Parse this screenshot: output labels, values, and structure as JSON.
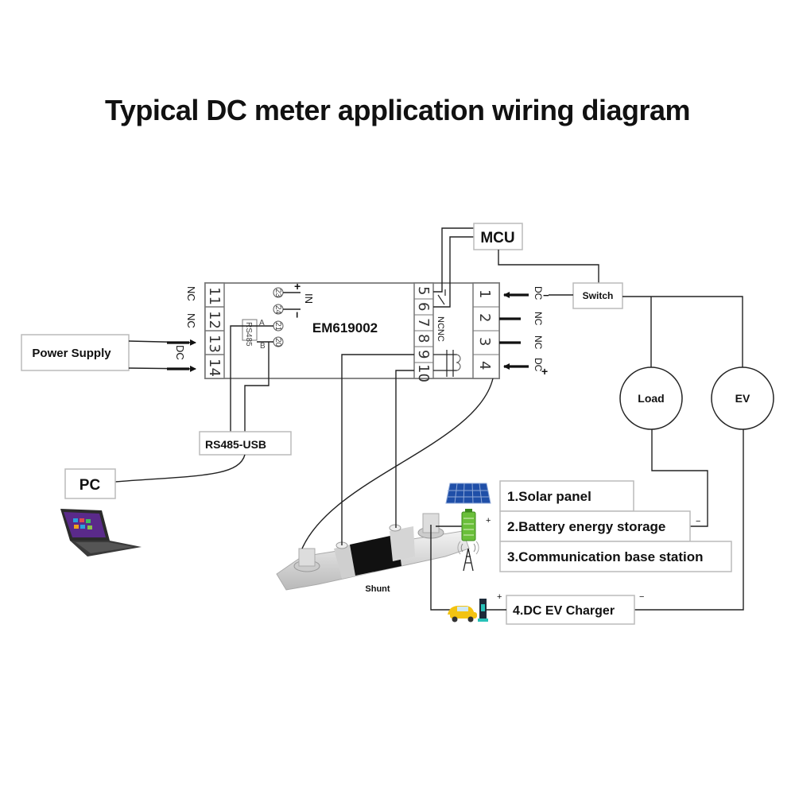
{
  "title": "Typical DC meter application wiring diagram",
  "meter": {
    "model": "EM619002",
    "left_terminals": [
      "11",
      "12",
      "13",
      "14"
    ],
    "left_terminal_labels": [
      "NC",
      "NC",
      "DC"
    ],
    "inner_terminals": [
      "23",
      "24",
      "21",
      "20"
    ],
    "in_label": "IN",
    "in_plus": "+",
    "in_minus": "−",
    "rs485_label": "RS485",
    "rs485_a": "A",
    "rs485_b": "B",
    "relay_terminals": [
      "5",
      "6",
      "7",
      "8",
      "9",
      "10"
    ],
    "relay_nc_label": "NCNC",
    "right_terminals": [
      "1",
      "2",
      "3",
      "4"
    ],
    "right_terminal_labels": [
      "DC",
      "NC",
      "NC",
      "DC"
    ],
    "dc_minus": "−",
    "dc_plus": "+"
  },
  "components": {
    "power_supply": "Power Supply",
    "rs485_usb": "RS485-USB",
    "pc": "PC",
    "mcu": "MCU",
    "switch": "Switch",
    "load": "Load",
    "ev": "EV",
    "shunt": "Shunt"
  },
  "sources": [
    {
      "label": "1.Solar panel",
      "icon": "solar-panel-icon"
    },
    {
      "label": "2.Battery energy storage",
      "icon": "battery-icon"
    },
    {
      "label": "3.Communication base station",
      "icon": "antenna-tower-icon"
    },
    {
      "label": "4.DC EV Charger",
      "icon": "ev-charger-icon"
    }
  ],
  "polarity": {
    "plus": "+",
    "minus": "−"
  }
}
